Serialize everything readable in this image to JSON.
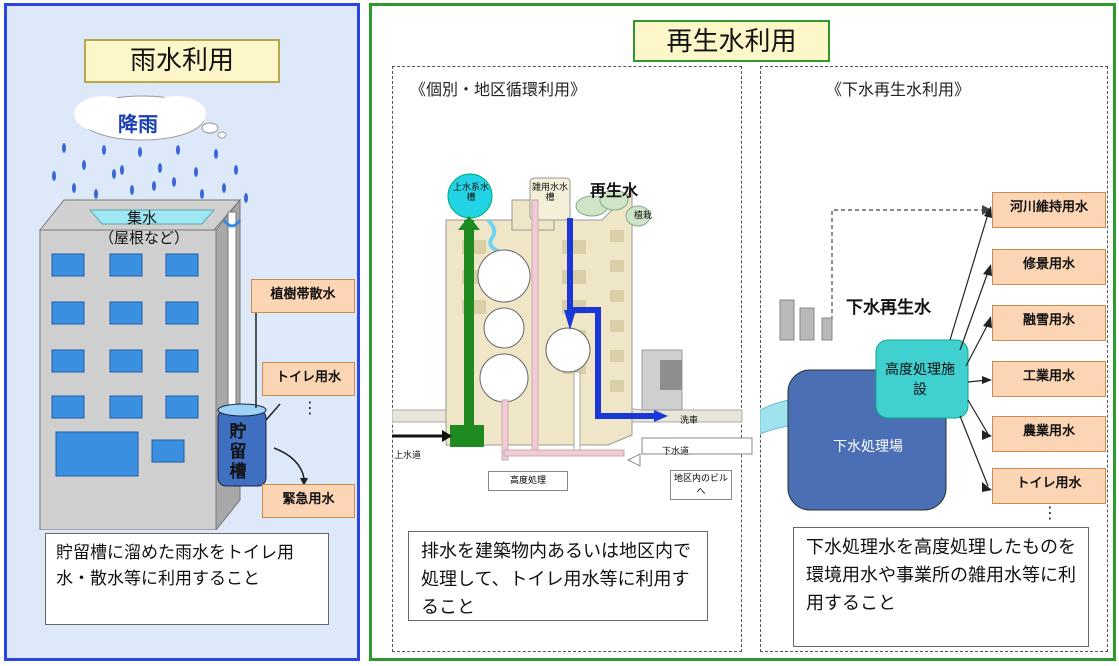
{
  "left": {
    "title": "雨水利用",
    "rain_label": "降雨",
    "roof_label": "集水",
    "roof_sublabel": "（屋根など）",
    "tank_label": "貯留槽",
    "uses": [
      "植樹帯散水",
      "トイレ用水",
      "緊急用水"
    ],
    "dots": "⋮",
    "caption": "貯留槽に溜めた雨水をトイレ用水・散水等に利用すること",
    "colors": {
      "border": "#2b44e6",
      "bg": "#dde9f8"
    }
  },
  "right": {
    "title": "再生水利用",
    "individual": {
      "heading": "《個別・地区循環利用》",
      "tank_potable": "上水系水槽",
      "tank_misc": "雑用水水槽",
      "recycled_label": "再生水",
      "planting": "植栽",
      "water_supply": "上水道",
      "advanced_treatment": "高度処理",
      "sewer": "下水道",
      "carwash": "洗車",
      "district": "地区内のビルへ",
      "caption": "排水を建築物内あるいは地区内で処理して、トイレ用水等に利用すること"
    },
    "sewage": {
      "heading": "《下水再生水利用》",
      "recycled_label": "下水再生水",
      "facility": "高度処理施設",
      "plant": "下水処理場",
      "uses": [
        "河川維持用水",
        "修景用水",
        "融雪用水",
        "工業用水",
        "農業用水",
        "トイレ用水"
      ],
      "dots": "⋮",
      "caption": "下水処理水を高度処理したものを環境用水や事業所の雑用水等に利用すること"
    },
    "colors": {
      "border": "#2d9a2d",
      "plant": "#4a6fb5",
      "facility": "#3fd0cf"
    }
  }
}
